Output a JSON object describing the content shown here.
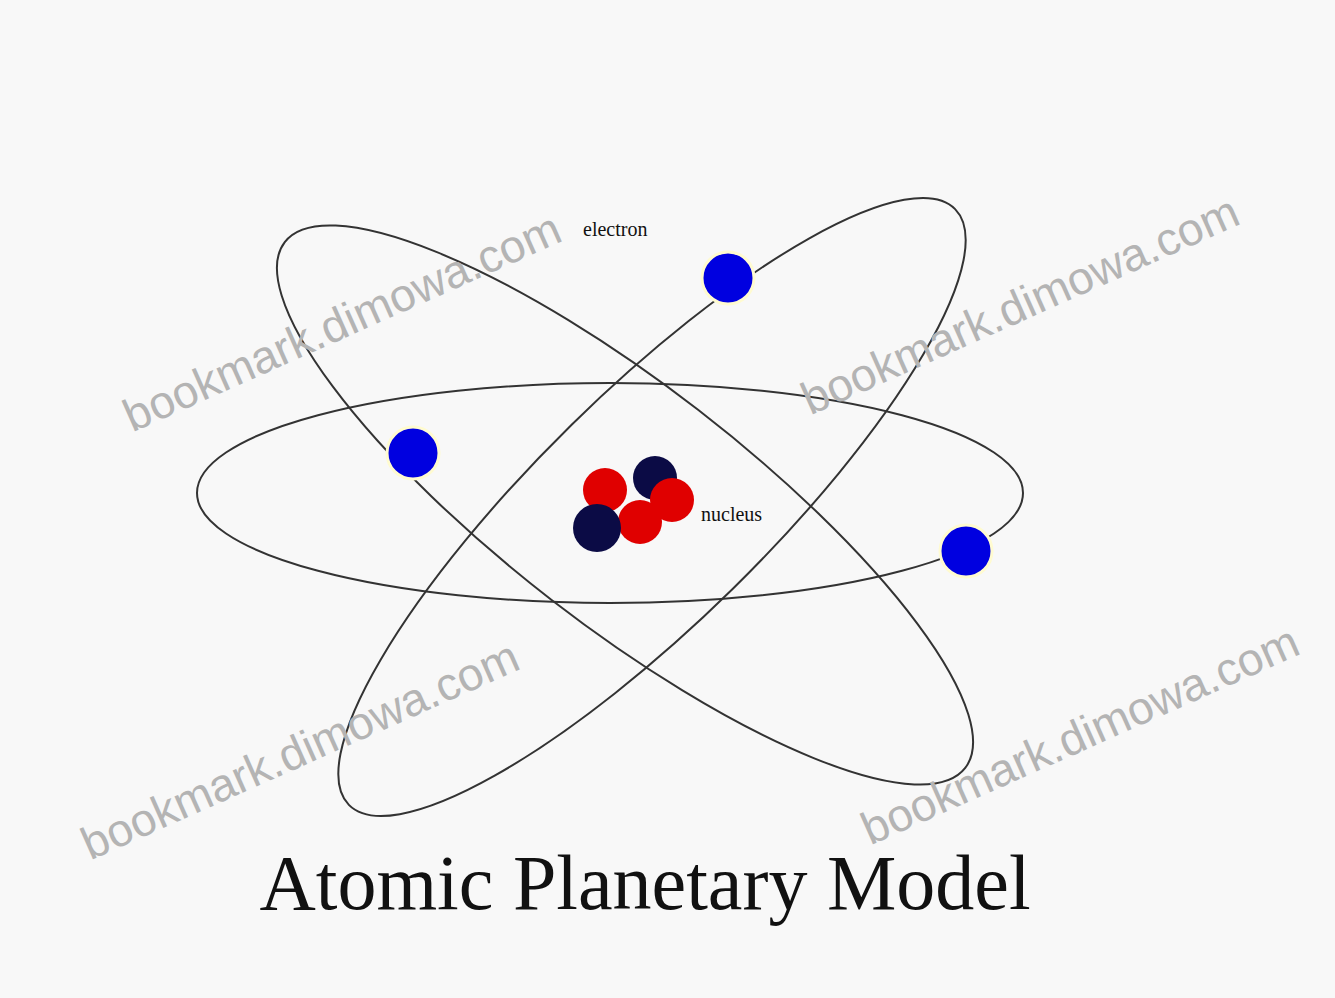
{
  "diagram": {
    "title": "Atomic Planetary Model",
    "labels": [
      "electron",
      "nucleus",
      "bookmark.dimowa.com",
      "bookmark.dimowa.com",
      "bookmark.dimowa.com",
      "bookmark.dimowa.com"
    ]
  }
}
